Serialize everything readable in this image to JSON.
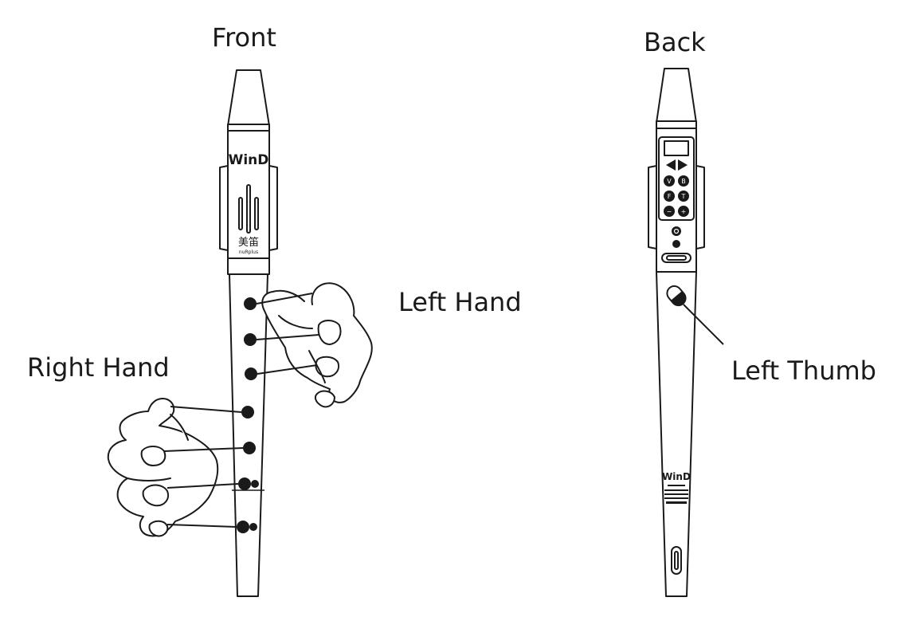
{
  "labels": {
    "front": "Front",
    "back": "Back",
    "left_hand": "Left Hand",
    "right_hand": "Right Hand",
    "left_thumb": "Left Thumb"
  },
  "instrument": {
    "logo_text": "WinD",
    "front_brand_cn": "美笛",
    "front_brand_en": "nuRplus",
    "back_logo": "WinD",
    "keypad_keys": [
      "V",
      "B",
      "F",
      "T",
      "−",
      "+"
    ]
  },
  "colors": {
    "ink": "#1a1a1a",
    "background": "#ffffff"
  }
}
